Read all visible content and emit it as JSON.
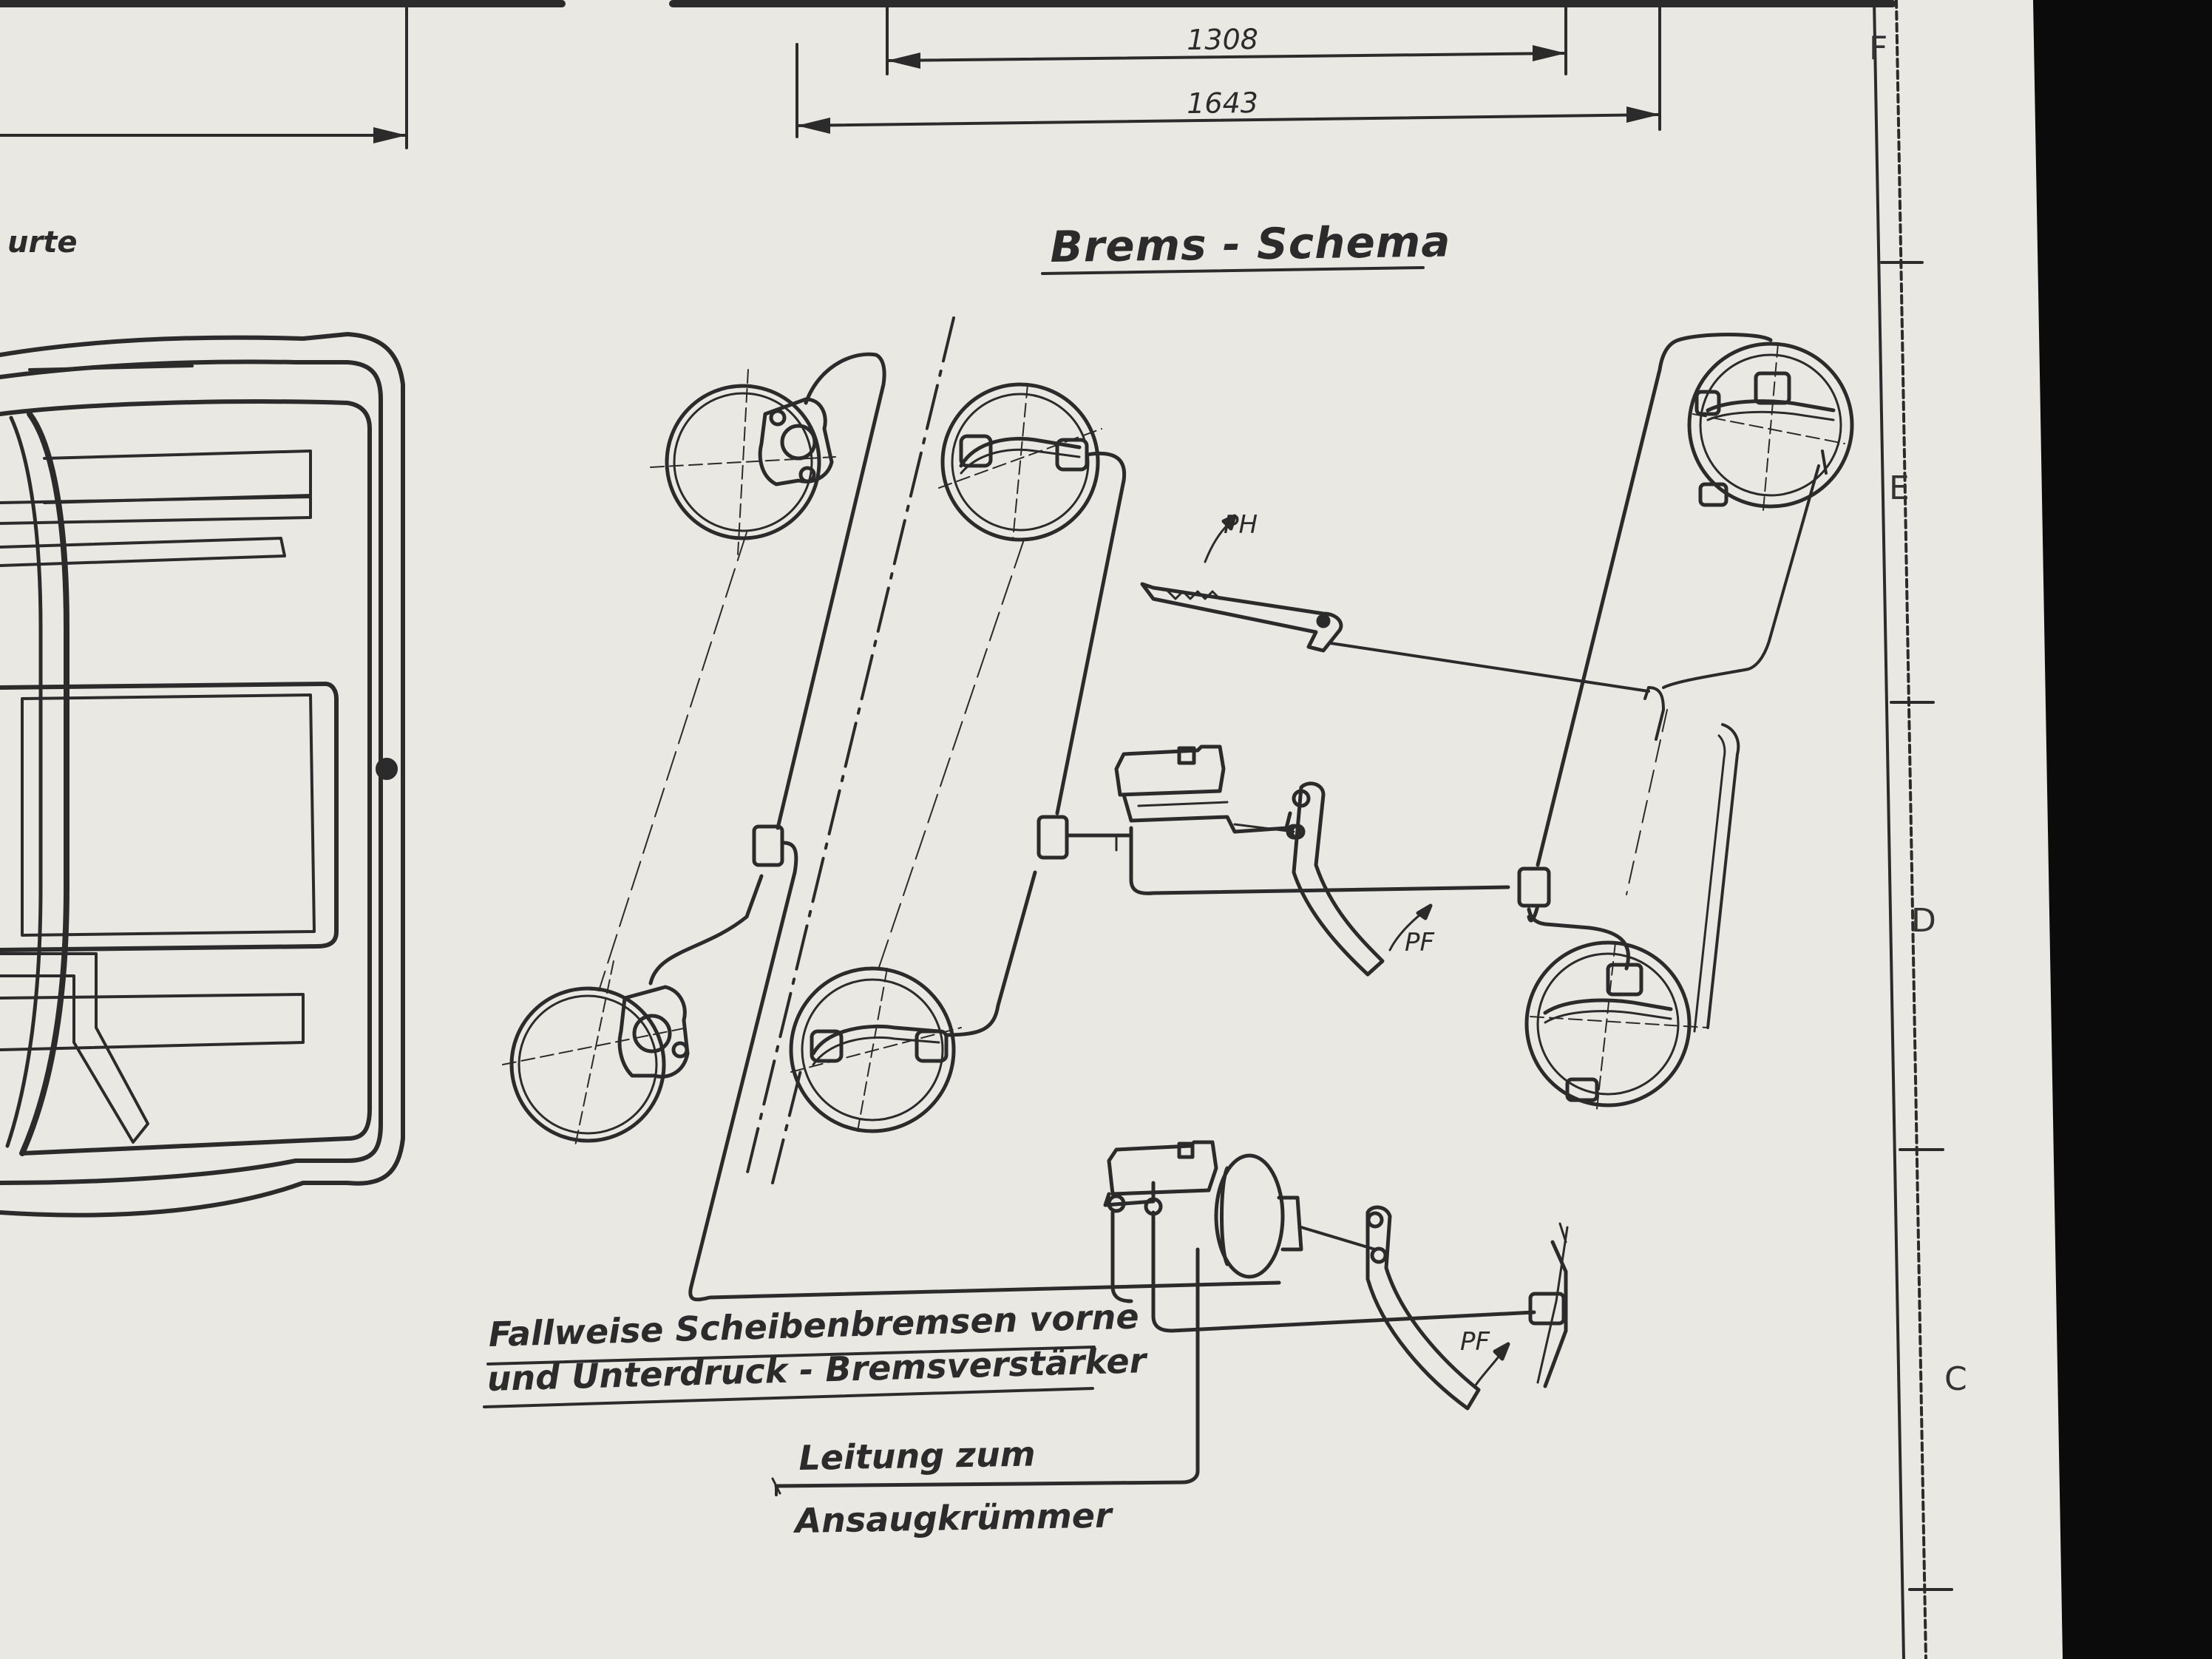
{
  "drawing": {
    "title": "Brems - Schema",
    "dimensions": {
      "track_inner": "1308",
      "track_outer": "1643"
    },
    "partial_label_left": "urte",
    "force_labels": {
      "hand": "PH",
      "foot_upper": "PF",
      "foot_lower": "PF"
    },
    "notes": {
      "optional_line1": "Fallweise Scheibenbremsen vorne",
      "optional_line2": "und Unterdruck - Bremsverstärker",
      "intake_line1": "Leitung zum",
      "intake_line2": "Ansaugkrümmer"
    },
    "grid_letters": [
      "F",
      "E",
      "D",
      "C"
    ]
  },
  "colors": {
    "paper": "#e9e8e3",
    "ink": "#2b2b2b",
    "background": "#0b0b0b"
  }
}
